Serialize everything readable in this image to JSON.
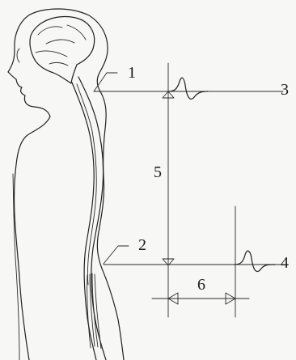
{
  "labels": {
    "label_1": "1",
    "label_2": "2",
    "label_3": "3",
    "label_4": "4",
    "label_5": "5",
    "label_6": "6"
  },
  "colors": {
    "ink": "#202020",
    "paper": "#f7f7f5"
  }
}
